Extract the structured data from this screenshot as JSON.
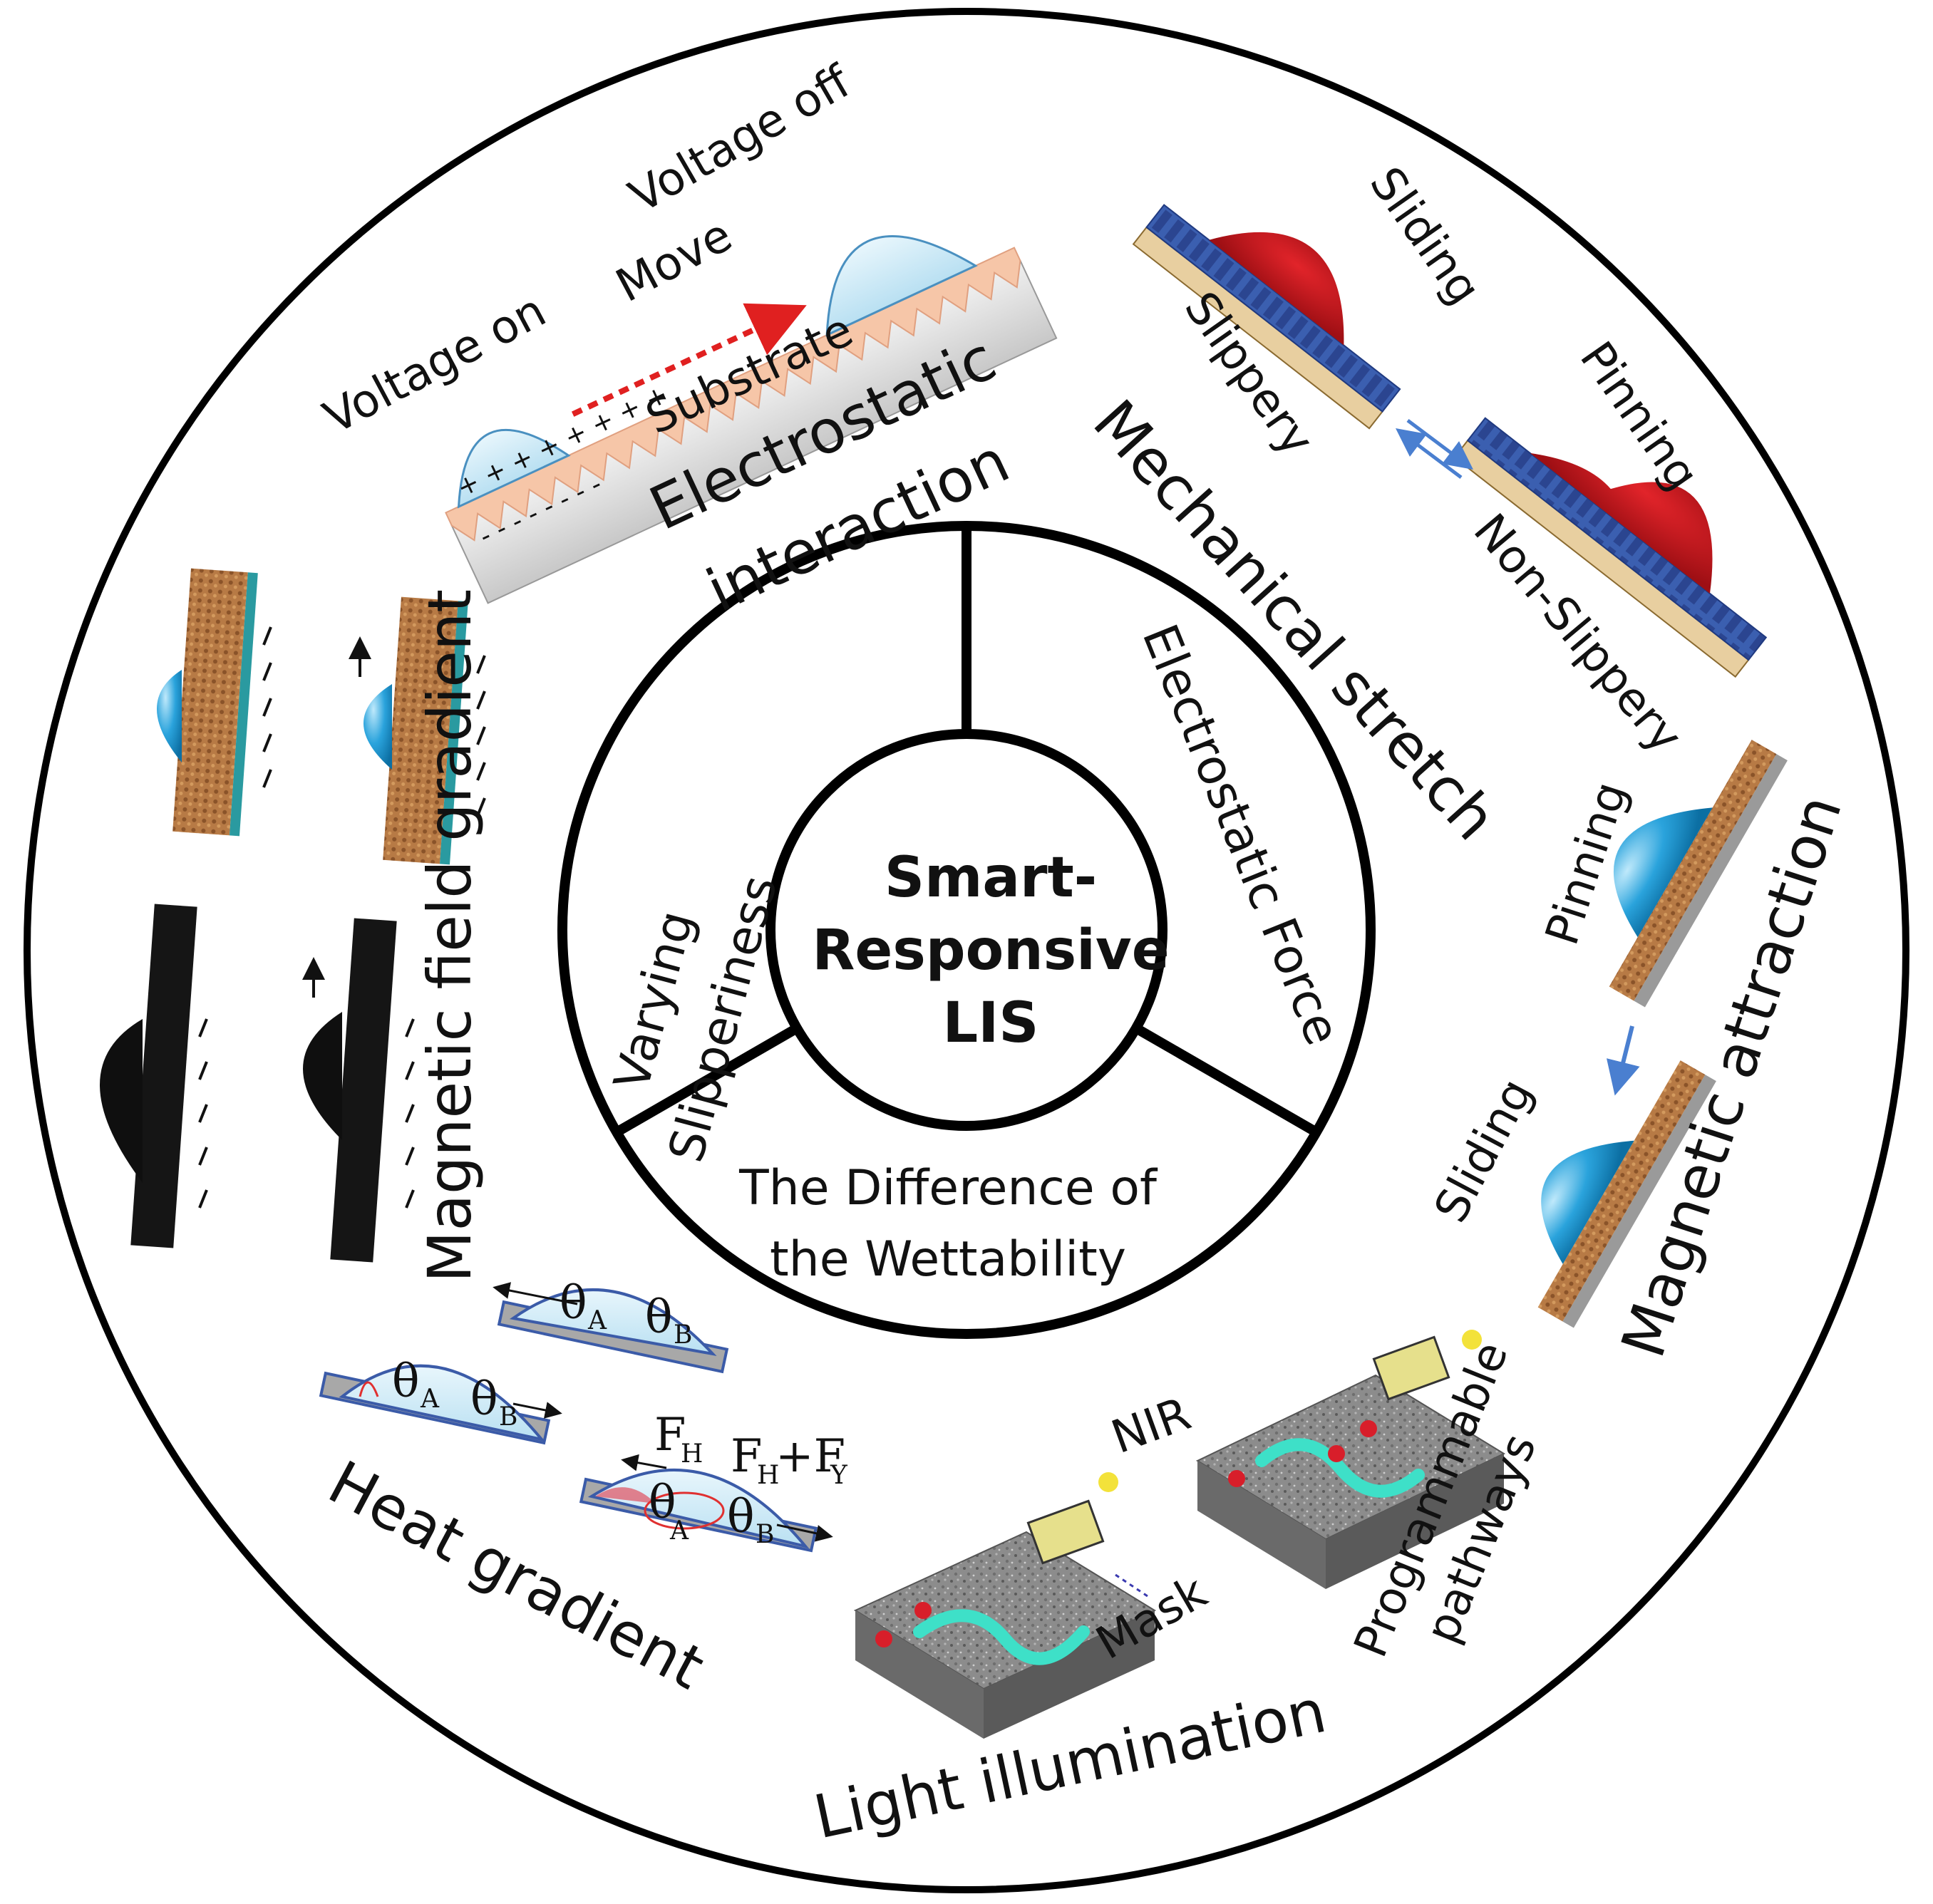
{
  "center": {
    "line1": "Smart-",
    "line2": "Responsive",
    "line3": "LIS"
  },
  "segments": {
    "varying": {
      "line1": "Varying",
      "line2": "Slipperiness"
    },
    "electrostatic_force": "Electrostatic Force",
    "wettability": {
      "line1": "The Difference of",
      "line2": "the Wettability"
    }
  },
  "electrostatic": {
    "title_line1": "Electrostatic",
    "title_line2": "interaction",
    "voltage_on": "Voltage on",
    "voltage_off": "Voltage off",
    "move": "Move",
    "substrate": "Substrate",
    "plus": "+ + + + + + + +",
    "minus": "- - - - - - - -"
  },
  "mechanical": {
    "title": "Mechanical stretch",
    "sliding": "Sliding",
    "slippery": "Slippery",
    "pinning": "Pinning",
    "non_slippery": "Non-Slippery"
  },
  "magnetic_attraction": {
    "title": "Magnetic attraction",
    "pinning": "Pinning",
    "sliding": "Sliding"
  },
  "light": {
    "title": "Light illumination",
    "nir": "NIR",
    "mask": "Mask",
    "prog_line1": "Programmable",
    "prog_line2": "pathways"
  },
  "heat": {
    "title": "Heat gradient",
    "theta_a": "θ",
    "theta_a_sub": "A",
    "theta_b": "θ",
    "theta_b_sub": "B",
    "fh": "F",
    "fh_sub": "H",
    "fhfy": "F",
    "fhfy_sub1": "H",
    "fhfy_plus": "+F",
    "fhfy_sub2": "Y"
  },
  "magnetic_gradient": {
    "title": "Magnetic field gradient"
  },
  "colors": {
    "outline": "#000000",
    "droplet_light": "#cfeaf6",
    "droplet_blue": "#2a9fd6",
    "droplet_red": "#c81e24",
    "substrate_blue": "#3d6fc0",
    "substrate_peach": "#f6c6a8",
    "move_arrow": "#e02020",
    "cyan_path": "#3ee0c8",
    "dark_slab": "#7f7f7f"
  }
}
